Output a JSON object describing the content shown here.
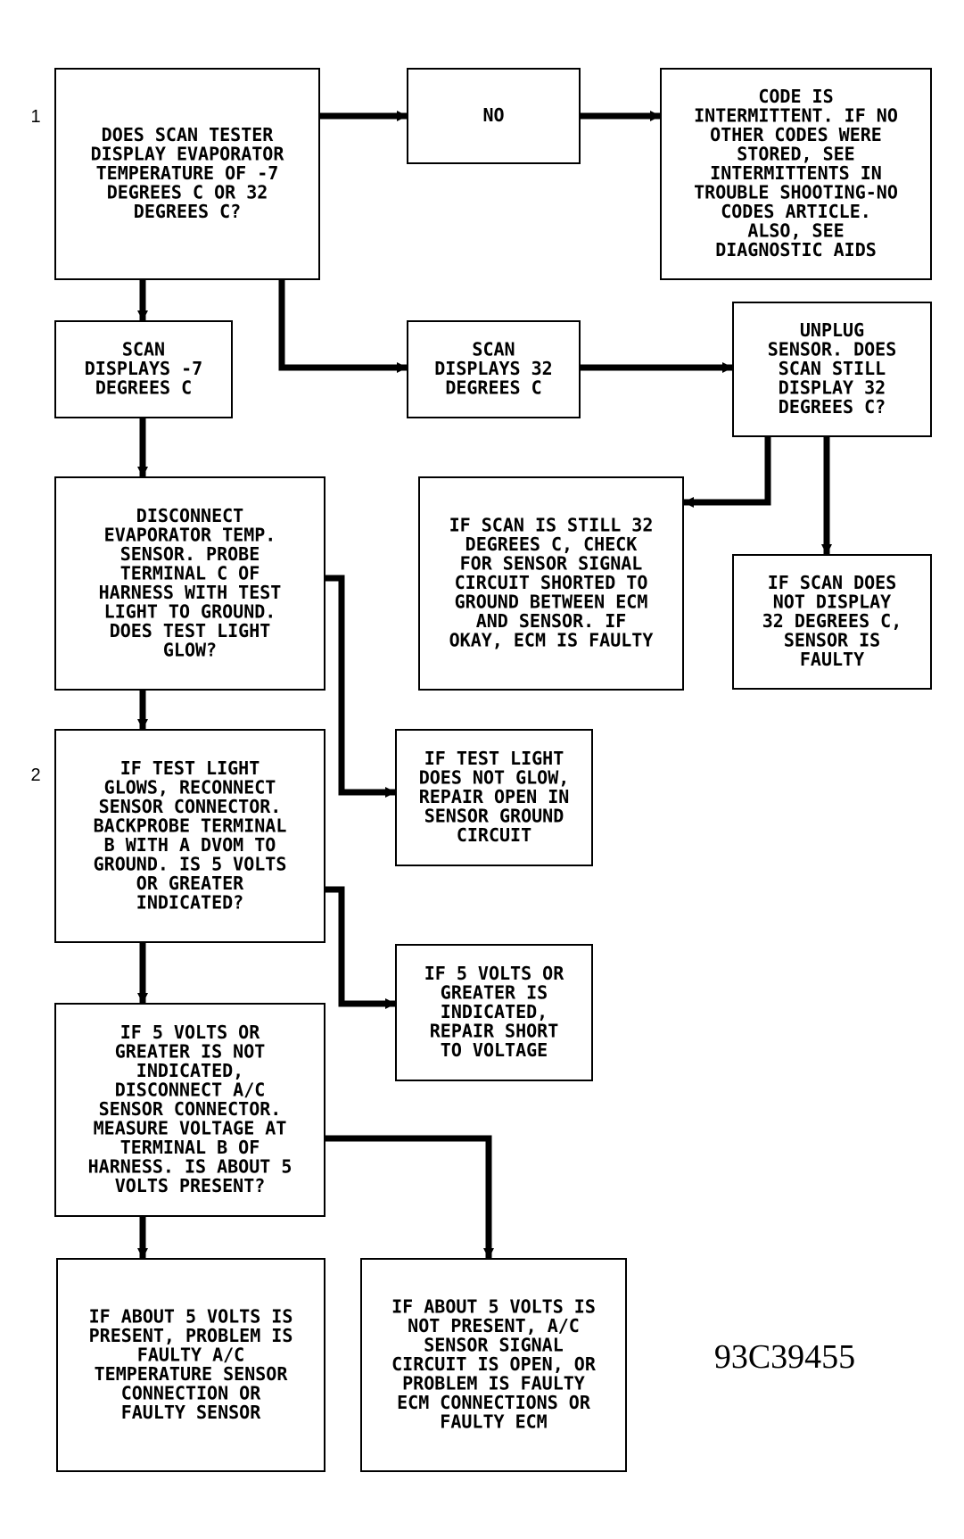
{
  "step_numbers": [
    "1",
    "2"
  ],
  "figure_id": "93C39455",
  "nodes": {
    "q_scan_display": [
      "DOES SCAN TESTER",
      "DISPLAY EVAPORATOR",
      "TEMPERATURE OF -7",
      "DEGREES C OR 32",
      "DEGREES C?"
    ],
    "no": [
      "NO"
    ],
    "intermittent": [
      "CODE IS",
      "INTERMITTENT. IF NO",
      "OTHER CODES WERE",
      "STORED, SEE",
      "INTERMITTENTS IN",
      "TROUBLE SHOOTING-NO",
      "CODES ARTICLE.",
      "ALSO, SEE",
      "DIAGNOSTIC AIDS"
    ],
    "scan_minus7": [
      "SCAN",
      "DISPLAYS -7",
      "DEGREES C"
    ],
    "scan_32": [
      "SCAN",
      "DISPLAYS 32",
      "DEGREES C"
    ],
    "unplug_sensor": [
      "UNPLUG",
      "SENSOR. DOES",
      "SCAN STILL",
      "DISPLAY 32",
      "DEGREES C?"
    ],
    "still_32": [
      "IF SCAN IS STILL 32",
      "DEGREES C, CHECK",
      "FOR SENSOR SIGNAL",
      "CIRCUIT SHORTED TO",
      "GROUND BETWEEN ECM",
      "AND SENSOR. IF",
      "OKAY, ECM IS FAULTY"
    ],
    "not_32": [
      "IF SCAN DOES",
      "NOT DISPLAY",
      "32 DEGREES C,",
      "SENSOR IS",
      "FAULTY"
    ],
    "disconnect_evap": [
      "DISCONNECT",
      "EVAPORATOR TEMP.",
      "SENSOR. PROBE",
      "TERMINAL C OF",
      "HARNESS WITH TEST",
      "LIGHT TO GROUND.",
      "DOES TEST LIGHT",
      "GLOW?"
    ],
    "test_light_glows": [
      "IF TEST LIGHT",
      "GLOWS, RECONNECT",
      "SENSOR CONNECTOR.",
      "BACKPROBE TERMINAL",
      "B WITH A DVOM TO",
      "GROUND. IS 5 VOLTS",
      "OR GREATER",
      "INDICATED?"
    ],
    "no_glow": [
      "IF TEST LIGHT",
      "DOES NOT GLOW,",
      "REPAIR OPEN IN",
      "SENSOR GROUND",
      "CIRCUIT"
    ],
    "five_volts_indicated": [
      "IF 5 VOLTS OR",
      "GREATER IS",
      "INDICATED,",
      "REPAIR SHORT",
      "TO VOLTAGE"
    ],
    "five_volts_not_indicated": [
      "IF 5 VOLTS OR",
      "GREATER IS NOT",
      "INDICATED,",
      "DISCONNECT A/C",
      "SENSOR CONNECTOR.",
      "MEASURE VOLTAGE AT",
      "TERMINAL B OF",
      "HARNESS. IS ABOUT 5",
      "VOLTS PRESENT?"
    ],
    "about5_present": [
      "IF ABOUT 5 VOLTS IS",
      "PRESENT, PROBLEM IS",
      "FAULTY A/C",
      "TEMPERATURE SENSOR",
      "CONNECTION OR",
      "FAULTY SENSOR"
    ],
    "about5_not_present": [
      "IF ABOUT 5 VOLTS IS",
      "NOT PRESENT, A/C",
      "SENSOR SIGNAL",
      "CIRCUIT IS OPEN, OR",
      "PROBLEM IS FAULTY",
      "ECM CONNECTIONS OR",
      "FAULTY ECM"
    ]
  }
}
